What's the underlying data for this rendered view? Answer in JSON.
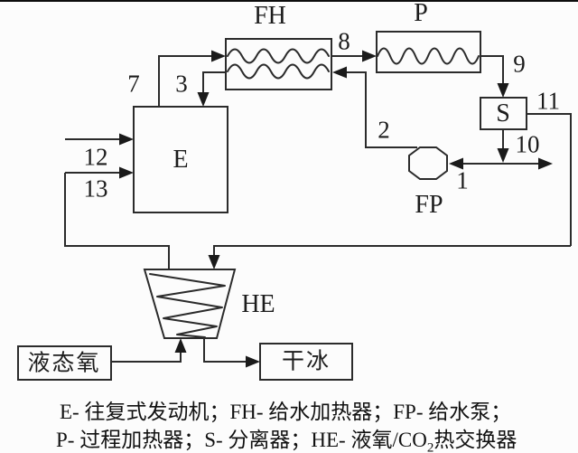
{
  "colors": {
    "line": "#2b2b2b",
    "arrow_fill": "#1a1a1a",
    "background": "#fcfcfc",
    "text": "#1c1c1c",
    "top_border": "#0d0d0d"
  },
  "components": {
    "fh": {
      "label": "FH"
    },
    "p": {
      "label": "P"
    },
    "s": {
      "label": "S"
    },
    "e": {
      "label": "E"
    },
    "fp": {
      "label": "FP"
    },
    "he": {
      "label": "HE"
    },
    "liquid_oxygen": {
      "label": "液态氧"
    },
    "dry_ice": {
      "label": "干冰"
    }
  },
  "streams": {
    "n1": "1",
    "n2": "2",
    "n3": "3",
    "n7": "7",
    "n8": "8",
    "n9": "9",
    "n10": "10",
    "n11": "11",
    "n12": "12",
    "n13": "13"
  },
  "legend": {
    "line1": "E- 往复式发动机；FH- 给水加热器；FP- 给水泵；",
    "line2_pre": "P- 过程加热器；S- 分离器；HE- 液氧/CO",
    "line2_sub": "2",
    "line2_post": "热交换器"
  }
}
